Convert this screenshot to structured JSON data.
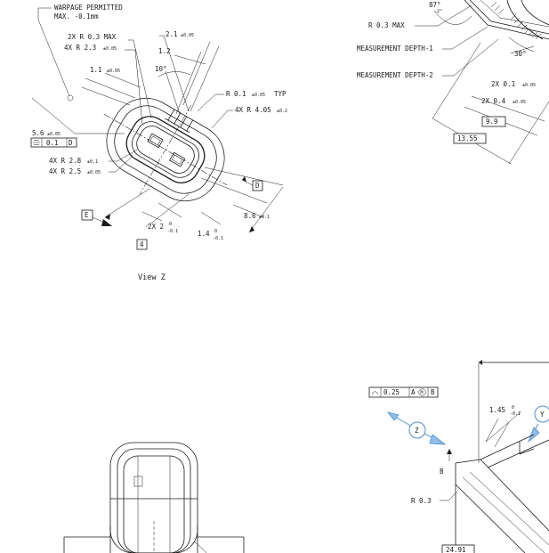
{
  "colors": {
    "line": "#1a1a1a",
    "view_arrow": "#4a8fd1",
    "background": "#ffffff"
  },
  "view_z": {
    "notes": {
      "warpage_line1": "WARPAGE PERMITTED",
      "warpage_line2": "MAX. -0.1mm"
    },
    "dims": {
      "r03": "2X R 0.3 MAX",
      "r23": "4X R 2.3",
      "r23_tol": "±0.05",
      "d21": "2.1",
      "d21_tol": "±0.05",
      "d12": "1.2",
      "ang10": "10°",
      "d11": "1.1",
      "d11_tol": "±0.05",
      "r01": "R 0.1",
      "r01_tol": "±0.05",
      "r01_suffix": "TYP",
      "r405": "4X R 4.05",
      "r405_tol": "±0.2",
      "d56": "5.6",
      "d56_tol": "±0.05",
      "r28": "4X R 2.8",
      "r28_tol": "±0.1",
      "r25": "4X R 2.5",
      "r25_tol": "±0.05",
      "d2x2": "2X 2",
      "d2x2_tol_hi": "0",
      "d2x2_tol_lo": "-0.1",
      "d14": "1.4",
      "d14_tol_hi": "0",
      "d14_tol_lo": "-0.1",
      "d86": "8.6",
      "d86_tol": "±0.1"
    },
    "fcf_profile": {
      "tolerance": "0.1",
      "datum": "D"
    },
    "datums": {
      "d": "D",
      "e": "E"
    },
    "balloon_4": "4",
    "caption": "View Z"
  },
  "top_right": {
    "angle": "87°",
    "angle_tol": ".2°",
    "r03": "R 0.3 MAX",
    "depth1": "MEASUREMENT DEPTH-1",
    "depth2": "MEASUREMENT DEPTH-2",
    "ang30": "30°",
    "d01": "2X 0.1",
    "d01_tol": "±0.05",
    "d04": "2X 0.4",
    "d04_tol": "±0.05",
    "d99": "9.9",
    "d1355": "13.55"
  },
  "bottom_right": {
    "fcf": {
      "tolerance": "0.25",
      "modifier": "M",
      "datum_a": "A",
      "datum_b": "B"
    },
    "d145": "1.45",
    "d145_tol_hi": "0",
    "d145_tol_lo": "-0.1",
    "view_z_label": "Z",
    "view_y_label": "Y",
    "datum_b": "B",
    "r03": "R 0.3",
    "d2491": "24.91"
  }
}
